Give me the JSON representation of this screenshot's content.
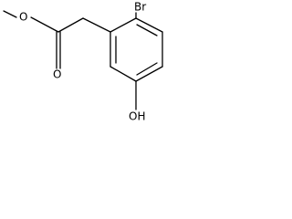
{
  "molecule": {
    "labels": {
      "bromine": "Br",
      "hydroxyl": "OH",
      "ester_oxygen": "O",
      "carbonyl_oxygen": "O"
    }
  }
}
